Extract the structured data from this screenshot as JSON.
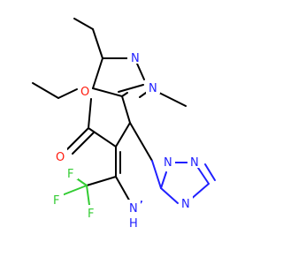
{
  "molecule": {
    "atom_labels": {
      "o_ester": "O",
      "o_carbonyl": "O",
      "n_pz1": "N",
      "n_pz2": "N",
      "n_tz1": "N",
      "n_tz2": "N",
      "n_tz3": "N",
      "nh": "N",
      "h": "H",
      "f1": "F",
      "f2": "F",
      "f3": "F"
    }
  },
  "colors": {
    "carbon": "#000000",
    "nitrogen": "#2020ff",
    "oxygen": "#ff1a0d",
    "fluorine": "#33cc33"
  }
}
